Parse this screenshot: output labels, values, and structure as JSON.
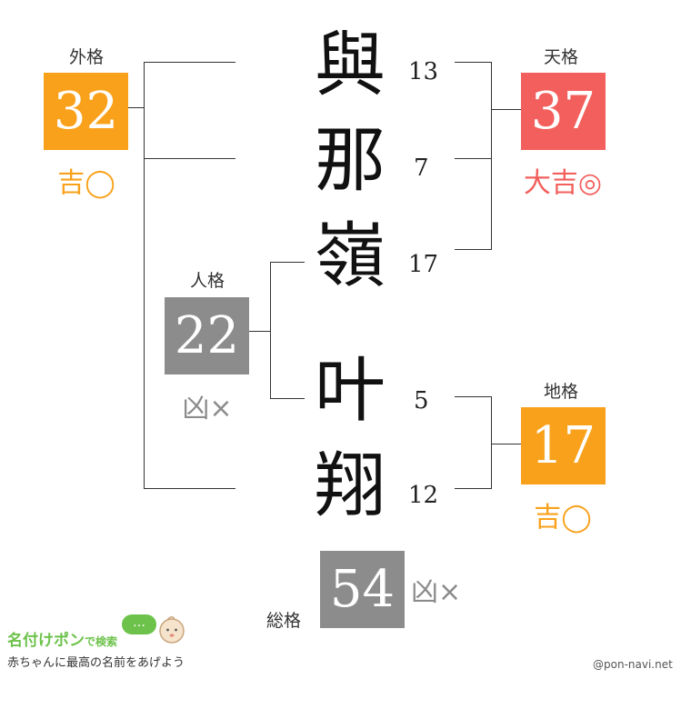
{
  "name_chars": [
    {
      "char": "與",
      "strokes": "13"
    },
    {
      "char": "那",
      "strokes": "7"
    },
    {
      "char": "嶺",
      "strokes": "17"
    },
    {
      "char": "叶",
      "strokes": "5"
    },
    {
      "char": "翔",
      "strokes": "12"
    }
  ],
  "gaikaku": {
    "label": "外格",
    "value": "32",
    "fortune": "吉◯",
    "color": "#f9a11b"
  },
  "tenkaku": {
    "label": "天格",
    "value": "37",
    "fortune": "大吉◎",
    "color": "#f25f5c"
  },
  "jinkaku": {
    "label": "人格",
    "value": "22",
    "fortune": "凶×",
    "color": "#8c8c8c"
  },
  "chikaku": {
    "label": "地格",
    "value": "17",
    "fortune": "吉◯",
    "color": "#f9a11b"
  },
  "soukaku": {
    "label": "総格",
    "value": "54",
    "fortune": "凶×",
    "color": "#8c8c8c"
  },
  "footer": {
    "logo_text": "名付けポン",
    "logo_suffix": "で検索",
    "bubble": "…",
    "tagline": "赤ちゃんに最高の名前をあげよう",
    "credit": "@pon-navi.net"
  }
}
